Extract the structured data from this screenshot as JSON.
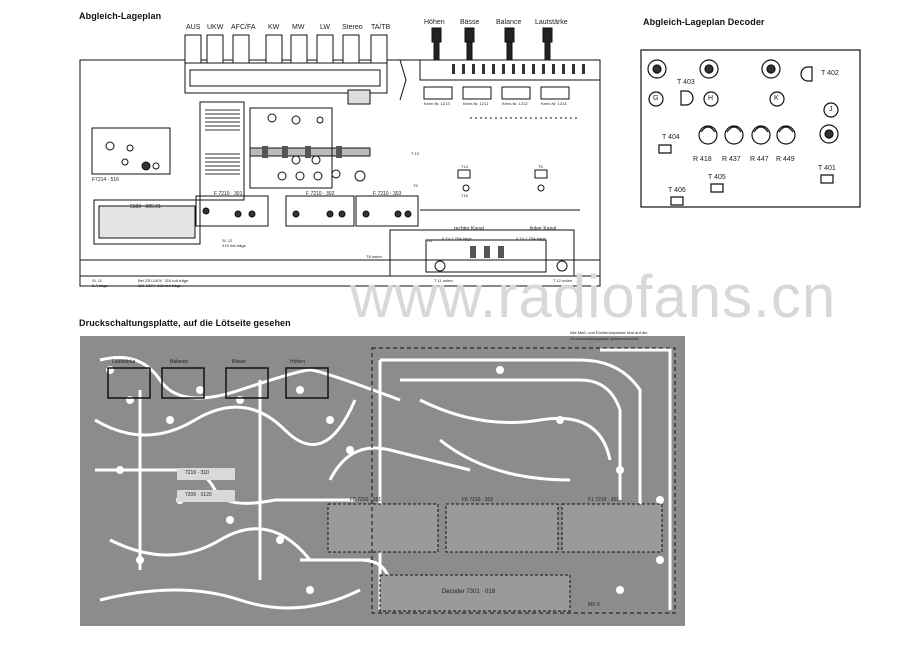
{
  "headings": {
    "alignment_plan": "Abgleich-Lageplan",
    "decoder_plan": "Abgleich-Lageplan Decoder",
    "pcb": "Druckschaltungsplatte, auf die Lötseite gesehen"
  },
  "buttons": [
    "AUS",
    "UKW",
    "AFC/FA",
    "KW",
    "MW",
    "LW",
    "Stereo",
    "TA/TB"
  ],
  "knobs": [
    "Höhen",
    "Bässe",
    "Balance",
    "Lautstärke"
  ],
  "knob_parts": [
    "Kenn.Nr. 1213",
    "Kenn.Nr. 1211",
    "Kenn.Nr. 1212",
    "Kenn.Nr. 1214"
  ],
  "chassis_labels": {
    "f7214": "F7214 · 516",
    "tuner_box": "5680 · 005.01",
    "mod1": "F 7210 · 301",
    "mod2": "F 7210 · 302",
    "mod3": "F 7210 · 303",
    "rechter_kanal": "rechter Kanal",
    "linker_kanal": "linker Kanal",
    "fuse_r": "0,1V  1,25A träge",
    "fuse_l": "0,1V  1,25A träge",
    "si_left": "Si. 12\n315 mA träge",
    "mains": "Si. 11\n2 A träge",
    "mains2": "Bei 220-240V  315 mA träge\n110-130V  630 mA träge",
    "t11": "T 11 unten",
    "t12": "T 12 unten",
    "t8": "T8 unten",
    "t11b": "T11",
    "t10": "T 10",
    "t6": "T6",
    "t5": "T5",
    "t14": "T14",
    "t15": "T15"
  },
  "decoder": {
    "transistors": [
      "T 403",
      "T 402",
      "T 404",
      "T 401",
      "T 406",
      "T 405"
    ],
    "points": [
      "G",
      "H",
      "K",
      "J"
    ],
    "resistors": [
      "R 418",
      "R 437",
      "R 447",
      "R 449"
    ]
  },
  "pcb": {
    "note": "Alle Meß- und Eichbrückpunkte sind auf der Druckschaltungsplatte gekennzeichnet.",
    "pot_labels": [
      "Lautstärke",
      "Balance",
      "Bässe",
      "Höhen"
    ],
    "modules": [
      "F8 7210 · 301",
      "F6 7210 · 302",
      "F1 7210 · 301",
      "Decoder 7301 · 018"
    ],
    "small_boxes": [
      "7216 · 310",
      "7206 · 0120"
    ],
    "mv": "MV 3"
  },
  "watermark": "www.radiofans.cn"
}
